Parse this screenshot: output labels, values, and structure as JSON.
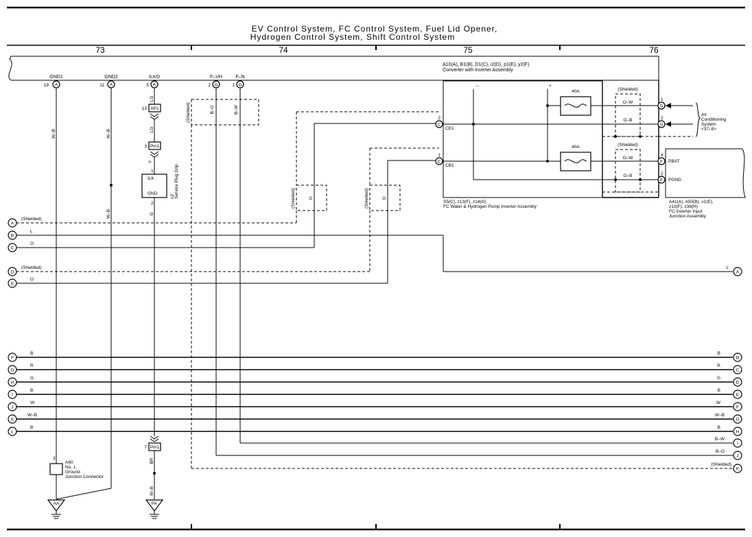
{
  "title": {
    "line1": "EV Control System,  FC Control System,  Fuel Lid Opener,",
    "line2": "Hydrogen Control System,  Shift Control System"
  },
  "columns": [
    "73",
    "74",
    "75",
    "76"
  ],
  "converter": {
    "label1": "A10(A), B1(B), D1(C), i2(D), p1(E), y2(F)",
    "label2": "Converter with Inverter Assembly",
    "pins": [
      {
        "name": "GND1",
        "num": "19",
        "conn": "A"
      },
      {
        "name": "GND2",
        "num": "11",
        "conn": "A"
      },
      {
        "name": "ILKO",
        "num": "5",
        "conn": "A"
      },
      {
        "name": "F–VH",
        "num": "2",
        "conn": "G"
      },
      {
        "name": "F–N",
        "num": "1",
        "conn": "G"
      }
    ]
  },
  "wire_colors": {
    "gnd1": "W–B",
    "gnd2": "W–B",
    "ilko_lg1": "LG",
    "ilko_lg2": "LG",
    "ilko_y": "Y",
    "ilko_g": "G",
    "ilko_br": "BR",
    "ilko_wb": "W–B",
    "fvh": "B–O",
    "fn": "B–W"
  },
  "shielded": "(Shielded)",
  "connectors": {
    "ap1": {
      "num": "13",
      "label": "AP1"
    },
    "pm1a": {
      "num": "3",
      "label": "Pm1"
    },
    "pm1b": {
      "num": "7",
      "label": "Pm1"
    }
  },
  "service_plug": {
    "pin1": "1",
    "pin2": "2",
    "ilk": "ILK",
    "gnd": "GND",
    "id": "n2",
    "label": "Service Plug Grip"
  },
  "ground_connector": {
    "pin": "3",
    "id": "A60",
    "line1": "No. 1",
    "line2": "Ground",
    "line3": "Junction Connector"
  },
  "grounds": [
    "AA",
    "PA"
  ],
  "shield_o": "O",
  "fc_inverter": {
    "ce1": {
      "num": "2",
      "conn": "C",
      "name": "CE1"
    },
    "cb1": {
      "num": "1",
      "conn": "C",
      "name": "CB1"
    },
    "label1": "S5(C), z13(F), z14(G)",
    "label2": "FC Water & Hydrogen Pump Inverter Assembly"
  },
  "fuses": [
    "40A",
    "40A"
  ],
  "polarity": {
    "neg": "–",
    "pos": "+"
  },
  "shield_boxes": [
    {
      "title": "(Shielded)",
      "top": "O–W",
      "bottom": "O–B"
    },
    {
      "title": "(Shielded)",
      "top": "O–W",
      "bottom": "O–B"
    }
  ],
  "ac_pins": [
    {
      "num": "1",
      "conn": "G"
    },
    {
      "num": "2",
      "conn": "G"
    }
  ],
  "ac_system": {
    "line1": "Air",
    "line2": "Conditioning",
    "line3": "System",
    "line4": "<37–8>"
  },
  "junction": {
    "pbat": {
      "num": "4",
      "conn": "F",
      "name": "PBAT"
    },
    "pgnd": {
      "num": "2",
      "conn": "F",
      "name": "PGND"
    },
    "label1": "A41(A), A50(B), v1(E),",
    "label2": "z13(F), z38(H)",
    "label3": "FC Inverter Input",
    "label4": "Junction Assembly"
  },
  "left_rows": [
    {
      "letter": "A",
      "color": "(Shielded)"
    },
    {
      "letter": "B",
      "color": "L"
    },
    {
      "letter": "C",
      "color": "O"
    },
    {
      "letter": "D",
      "color": "(Shielded)"
    },
    {
      "letter": "E",
      "color": "O"
    },
    {
      "letter": "F",
      "color": "B"
    },
    {
      "letter": "G",
      "color": "R"
    },
    {
      "letter": "H",
      "color": "G"
    },
    {
      "letter": "I",
      "color": "B"
    },
    {
      "letter": "J",
      "color": "W"
    },
    {
      "letter": "K",
      "color": "W–B"
    },
    {
      "letter": "L",
      "color": "B"
    }
  ],
  "right_rows": [
    {
      "letter": "A",
      "color": "L"
    },
    {
      "letter": "B",
      "color": "B"
    },
    {
      "letter": "C",
      "color": "R"
    },
    {
      "letter": "D",
      "color": "G"
    },
    {
      "letter": "E",
      "color": "B"
    },
    {
      "letter": "F",
      "color": "W"
    },
    {
      "letter": "G",
      "color": "W–B"
    },
    {
      "letter": "H",
      "color": "B"
    },
    {
      "letter": "I",
      "color": "B–W"
    },
    {
      "letter": "J",
      "color": "B–O"
    },
    {
      "letter": "K",
      "color": "(Shielded)"
    }
  ]
}
